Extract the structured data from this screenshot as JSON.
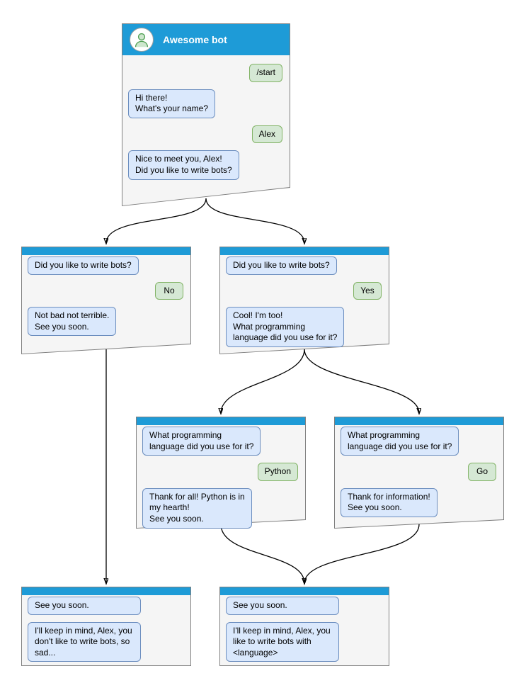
{
  "colors": {
    "header_blue": "#1e9bd7",
    "window_bg": "#f5f5f5",
    "window_border": "#808080",
    "bot_bubble_bg": "#dae8fc",
    "bot_bubble_border": "#6c8ebf",
    "user_bubble_bg": "#d5e8d4",
    "user_bubble_border": "#82b366",
    "arrow": "#000000"
  },
  "windows": {
    "root": {
      "title": "Awesome bot",
      "avatar_icon": "person-icon",
      "messages": [
        {
          "from": "user",
          "text": "/start"
        },
        {
          "from": "bot",
          "text": "Hi there!\nWhat's your name?"
        },
        {
          "from": "user",
          "text": "Alex"
        },
        {
          "from": "bot",
          "text": "Nice to meet you, Alex!\nDid you like to write bots?"
        }
      ]
    },
    "branch_no": {
      "messages": [
        {
          "from": "bot",
          "text": "Did you like to write bots?"
        },
        {
          "from": "user",
          "text": "No"
        },
        {
          "from": "bot",
          "text": "Not bad not terrible.\nSee you soon."
        }
      ]
    },
    "branch_yes": {
      "messages": [
        {
          "from": "bot",
          "text": "Did you like to write bots?"
        },
        {
          "from": "user",
          "text": "Yes"
        },
        {
          "from": "bot",
          "text": "Cool! I'm too!\nWhat programming\nlanguage did you use for it?"
        }
      ]
    },
    "branch_python": {
      "messages": [
        {
          "from": "bot",
          "text": "What programming\nlanguage did you use for it?"
        },
        {
          "from": "user",
          "text": "Python"
        },
        {
          "from": "bot",
          "text": "Thank for all! Python is in\nmy hearth!\nSee you soon."
        }
      ]
    },
    "branch_go": {
      "messages": [
        {
          "from": "bot",
          "text": "What programming\nlanguage did you use for it?"
        },
        {
          "from": "user",
          "text": "Go"
        },
        {
          "from": "bot",
          "text": "Thank for information!\nSee you soon."
        }
      ]
    },
    "end_no": {
      "messages": [
        {
          "from": "bot",
          "text": "See you soon."
        },
        {
          "from": "bot",
          "text": "I'll keep in mind, Alex, you\ndon't like to write bots, so\nsad..."
        }
      ]
    },
    "end_yes": {
      "messages": [
        {
          "from": "bot",
          "text": "See you soon."
        },
        {
          "from": "bot",
          "text": "I'll keep in mind, Alex, you\nlike to write bots with\n<language>"
        }
      ]
    }
  }
}
